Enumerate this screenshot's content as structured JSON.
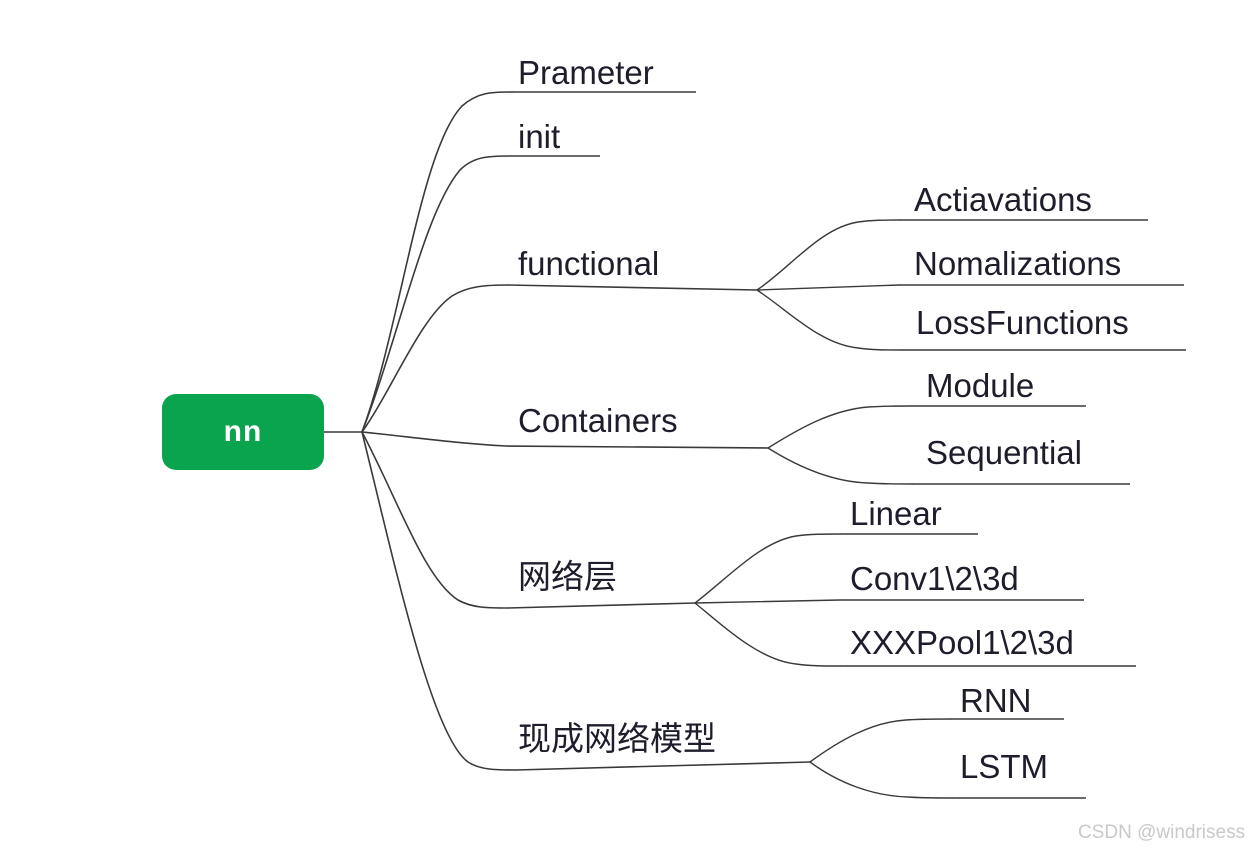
{
  "diagram": {
    "type": "mind-map",
    "title": "nn",
    "root": {
      "label": "nn",
      "color": "#0aa44f",
      "text_color": "#ffffff"
    },
    "branches": [
      {
        "id": "prameter",
        "label": "Prameter",
        "children": []
      },
      {
        "id": "init",
        "label": "init",
        "children": []
      },
      {
        "id": "functional",
        "label": "functional",
        "children": [
          {
            "id": "actiavations",
            "label": "Actiavations"
          },
          {
            "id": "nomalizations",
            "label": "Nomalizations"
          },
          {
            "id": "lossfunctions",
            "label": "LossFunctions"
          }
        ]
      },
      {
        "id": "containers",
        "label": "Containers",
        "children": [
          {
            "id": "module",
            "label": "Module"
          },
          {
            "id": "sequential",
            "label": "Sequential"
          }
        ]
      },
      {
        "id": "network-layers",
        "label": "网络层",
        "children": [
          {
            "id": "linear",
            "label": "Linear"
          },
          {
            "id": "conv",
            "label": "Conv1\\2\\3d"
          },
          {
            "id": "pool",
            "label": "XXXPool1\\2\\3d"
          }
        ]
      },
      {
        "id": "pretrained-models",
        "label": "现成网络模型",
        "children": [
          {
            "id": "rnn",
            "label": "RNN"
          },
          {
            "id": "lstm",
            "label": "LSTM"
          }
        ]
      }
    ]
  },
  "watermark": {
    "text": "CSDN @windrisess"
  }
}
